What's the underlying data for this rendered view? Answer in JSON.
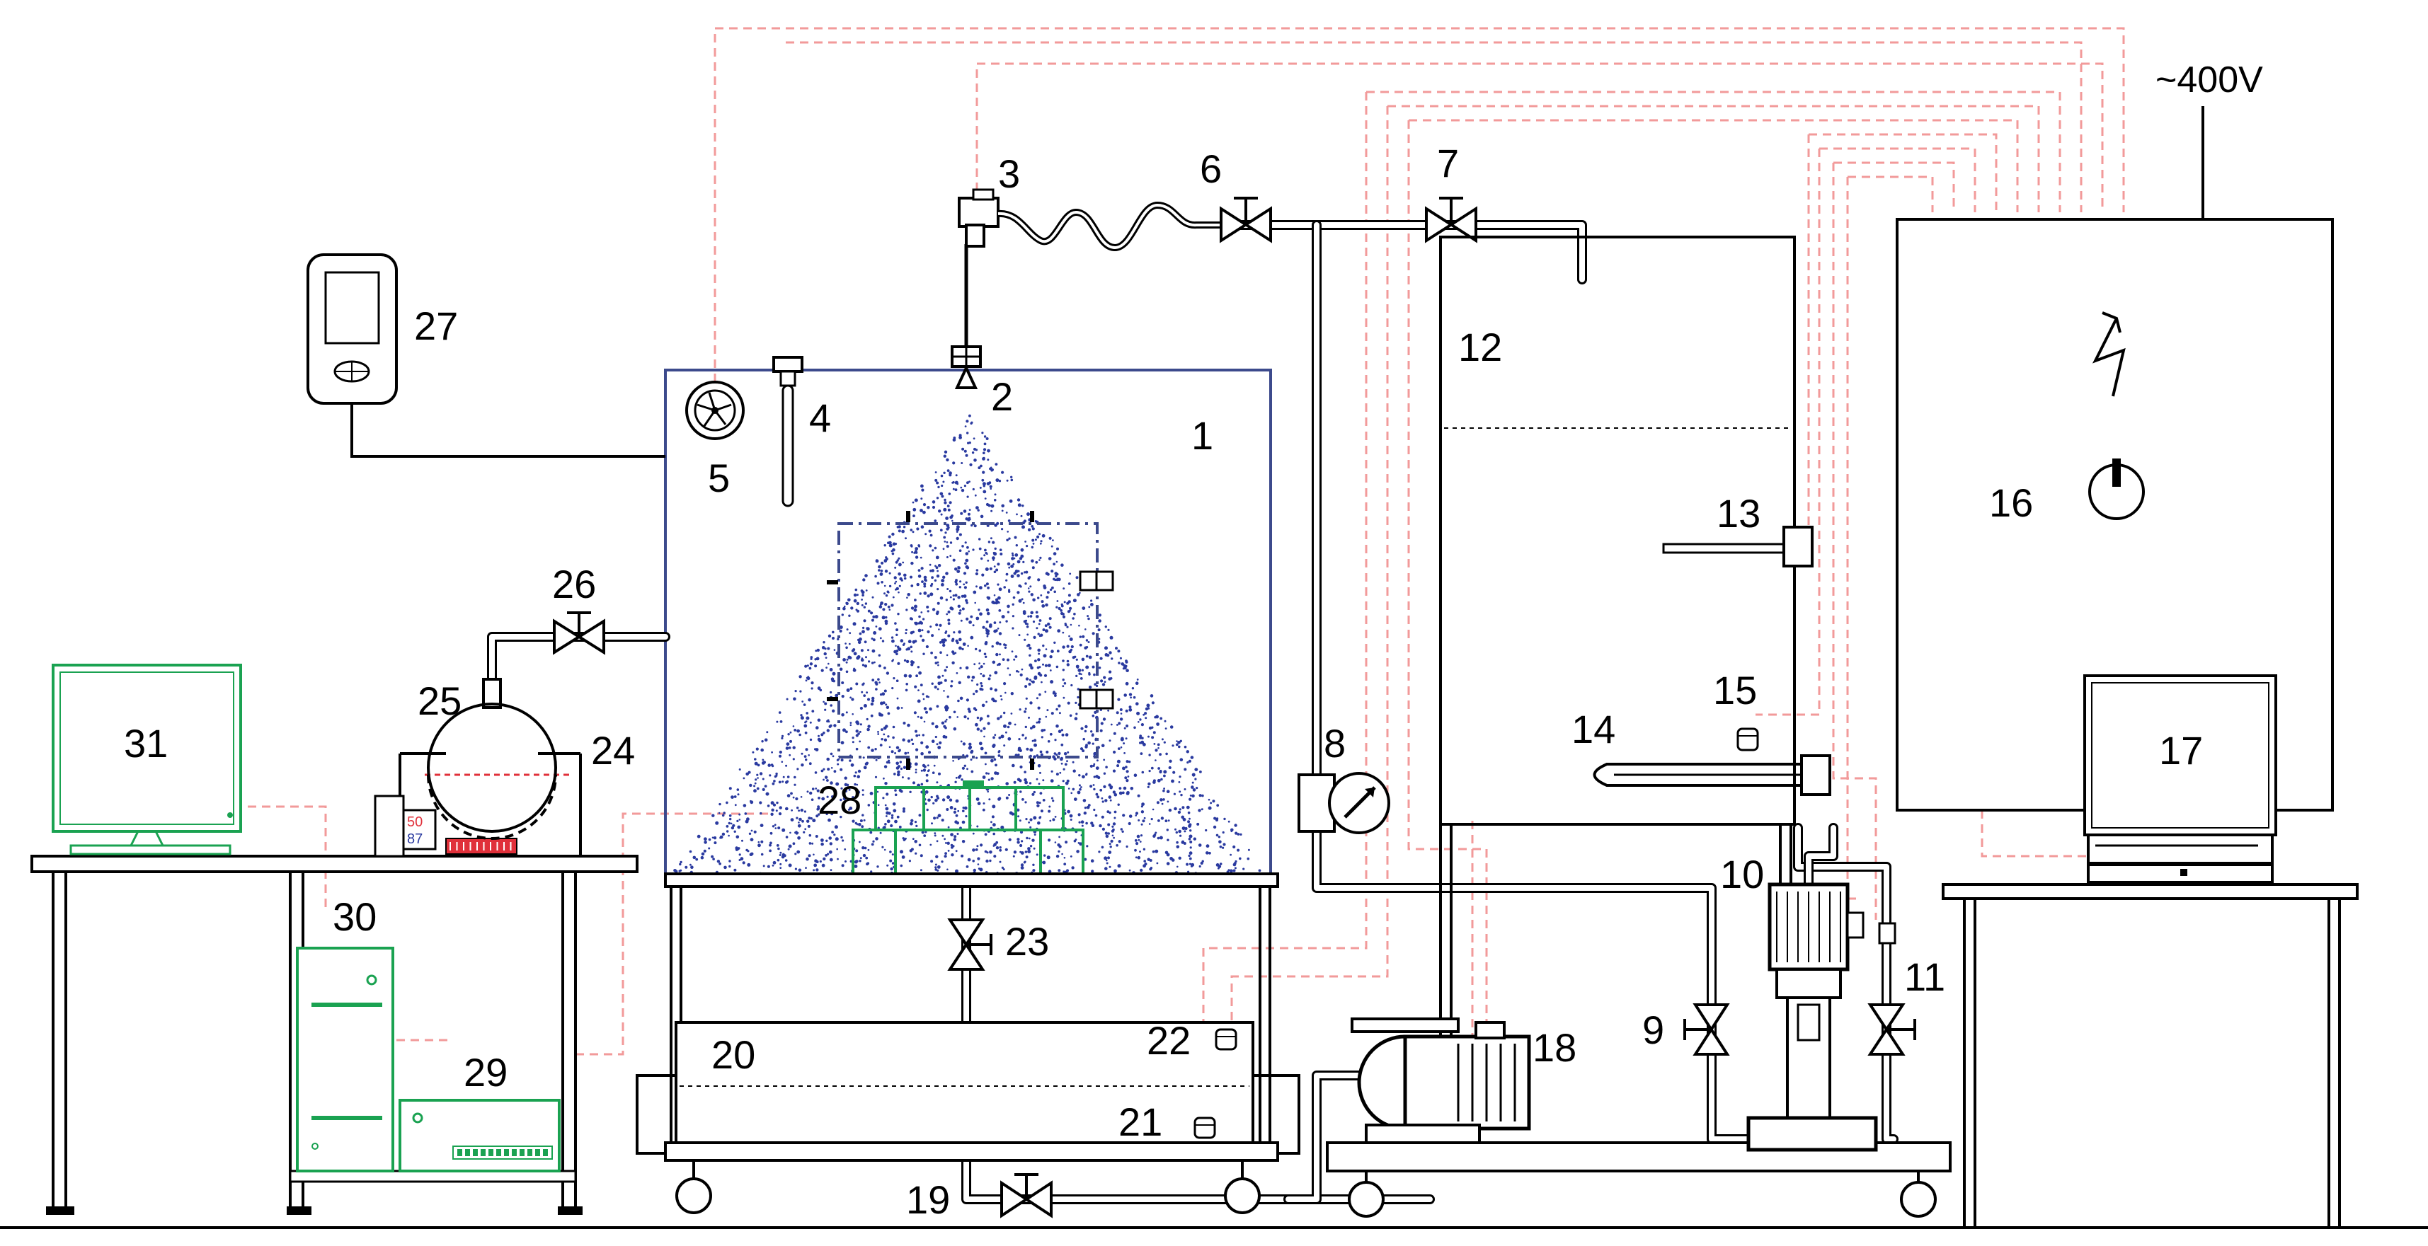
{
  "supply_label": "~400V",
  "labels": [
    {
      "id": "1",
      "text": "1"
    },
    {
      "id": "2",
      "text": "2"
    },
    {
      "id": "3",
      "text": "3"
    },
    {
      "id": "4",
      "text": "4"
    },
    {
      "id": "5",
      "text": "5"
    },
    {
      "id": "6",
      "text": "6"
    },
    {
      "id": "7",
      "text": "7"
    },
    {
      "id": "8",
      "text": "8"
    },
    {
      "id": "9",
      "text": "9"
    },
    {
      "id": "10",
      "text": "10"
    },
    {
      "id": "11",
      "text": "11"
    },
    {
      "id": "12",
      "text": "12"
    },
    {
      "id": "13",
      "text": "13"
    },
    {
      "id": "14",
      "text": "14"
    },
    {
      "id": "15",
      "text": "15"
    },
    {
      "id": "16",
      "text": "16"
    },
    {
      "id": "17",
      "text": "17"
    },
    {
      "id": "18",
      "text": "18"
    },
    {
      "id": "19",
      "text": "19"
    },
    {
      "id": "20",
      "text": "20"
    },
    {
      "id": "21",
      "text": "21"
    },
    {
      "id": "22",
      "text": "22"
    },
    {
      "id": "23",
      "text": "23"
    },
    {
      "id": "24",
      "text": "24"
    },
    {
      "id": "25",
      "text": "25"
    },
    {
      "id": "26",
      "text": "26"
    },
    {
      "id": "27",
      "text": "27"
    },
    {
      "id": "28",
      "text": "28"
    },
    {
      "id": "29",
      "text": "29"
    },
    {
      "id": "30",
      "text": "30"
    },
    {
      "id": "31",
      "text": "31"
    }
  ],
  "bath_display": {
    "top": "50",
    "bottom": "87"
  },
  "colors": {
    "line": "#000000",
    "wiring": "#f29a9a",
    "chamber": "#3c4a8c",
    "spray": "#2a3aa0",
    "computer": "#1aa251",
    "display_red": "#e0303a"
  }
}
